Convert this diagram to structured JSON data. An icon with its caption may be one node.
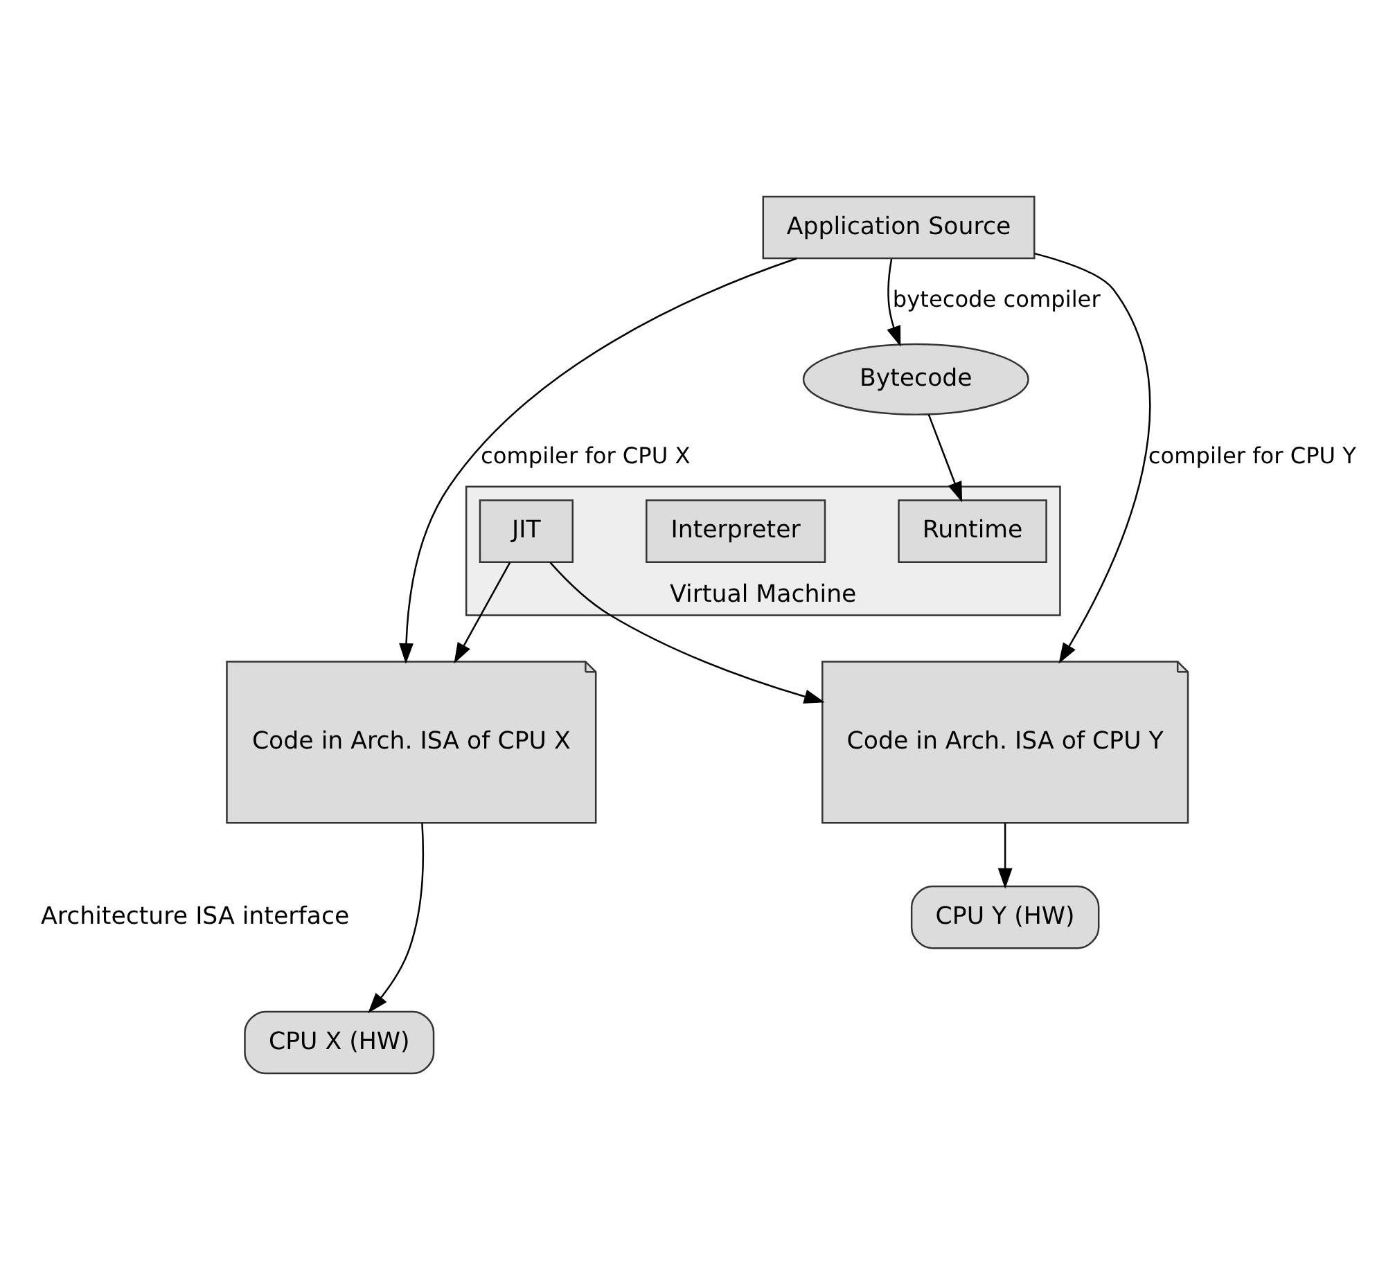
{
  "diagram": {
    "nodes": [
      {
        "text": [
          "Application Source"
        ]
      },
      {
        "text": [
          "Bytecode"
        ]
      },
      {
        "text": [
          "Virtual Machine"
        ]
      },
      {
        "text": [
          "Runtime"
        ],
        "in": 2
      },
      {
        "text": [
          "Interpreter"
        ],
        "in": 2
      },
      {
        "text": [
          "JIT"
        ],
        "in": 2
      },
      {
        "text": [
          "Code in Arch. ISA of CPU X"
        ]
      },
      {
        "text": [
          "Code in Arch. ISA of CPU Y"
        ]
      },
      {
        "text": [
          "CPU X (HW)"
        ]
      },
      {
        "text": [
          "CPU Y (HW)"
        ]
      }
    ],
    "edges": [
      {
        "from": 0,
        "to": 6,
        "arrow": "to",
        "label": "compiler for CPU X"
      },
      {
        "from": 0,
        "to": 1,
        "arrow": "to",
        "label": "bytecode compiler"
      },
      {
        "from": 0,
        "to": 7,
        "arrow": "to",
        "label": "compiler for CPU Y"
      },
      {
        "from": 1,
        "to": 3,
        "arrow": "to"
      },
      {
        "from": 5,
        "to": 6,
        "arrow": "to"
      },
      {
        "from": 5,
        "to": 7,
        "arrow": "to"
      },
      {
        "from": 6,
        "to": 8,
        "arrow": "to"
      },
      {
        "from": 7,
        "to": 9,
        "arrow": "to"
      }
    ],
    "labels": [
      "Architecture ISA interface"
    ]
  }
}
